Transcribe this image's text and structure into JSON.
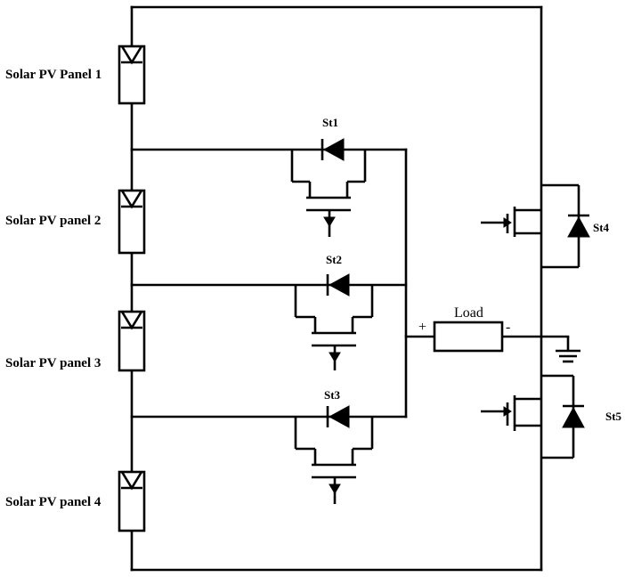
{
  "panels": [
    {
      "label": "Solar PV Panel 1"
    },
    {
      "label": "Solar PV panel 2"
    },
    {
      "label": "Solar PV panel 3"
    },
    {
      "label": "Solar PV panel 4"
    }
  ],
  "switches": {
    "st1": "St1",
    "st2": "St2",
    "st3": "St3",
    "st4": "St4",
    "st5": "St5"
  },
  "load": {
    "label": "Load",
    "plus": "+",
    "minus": "-"
  }
}
